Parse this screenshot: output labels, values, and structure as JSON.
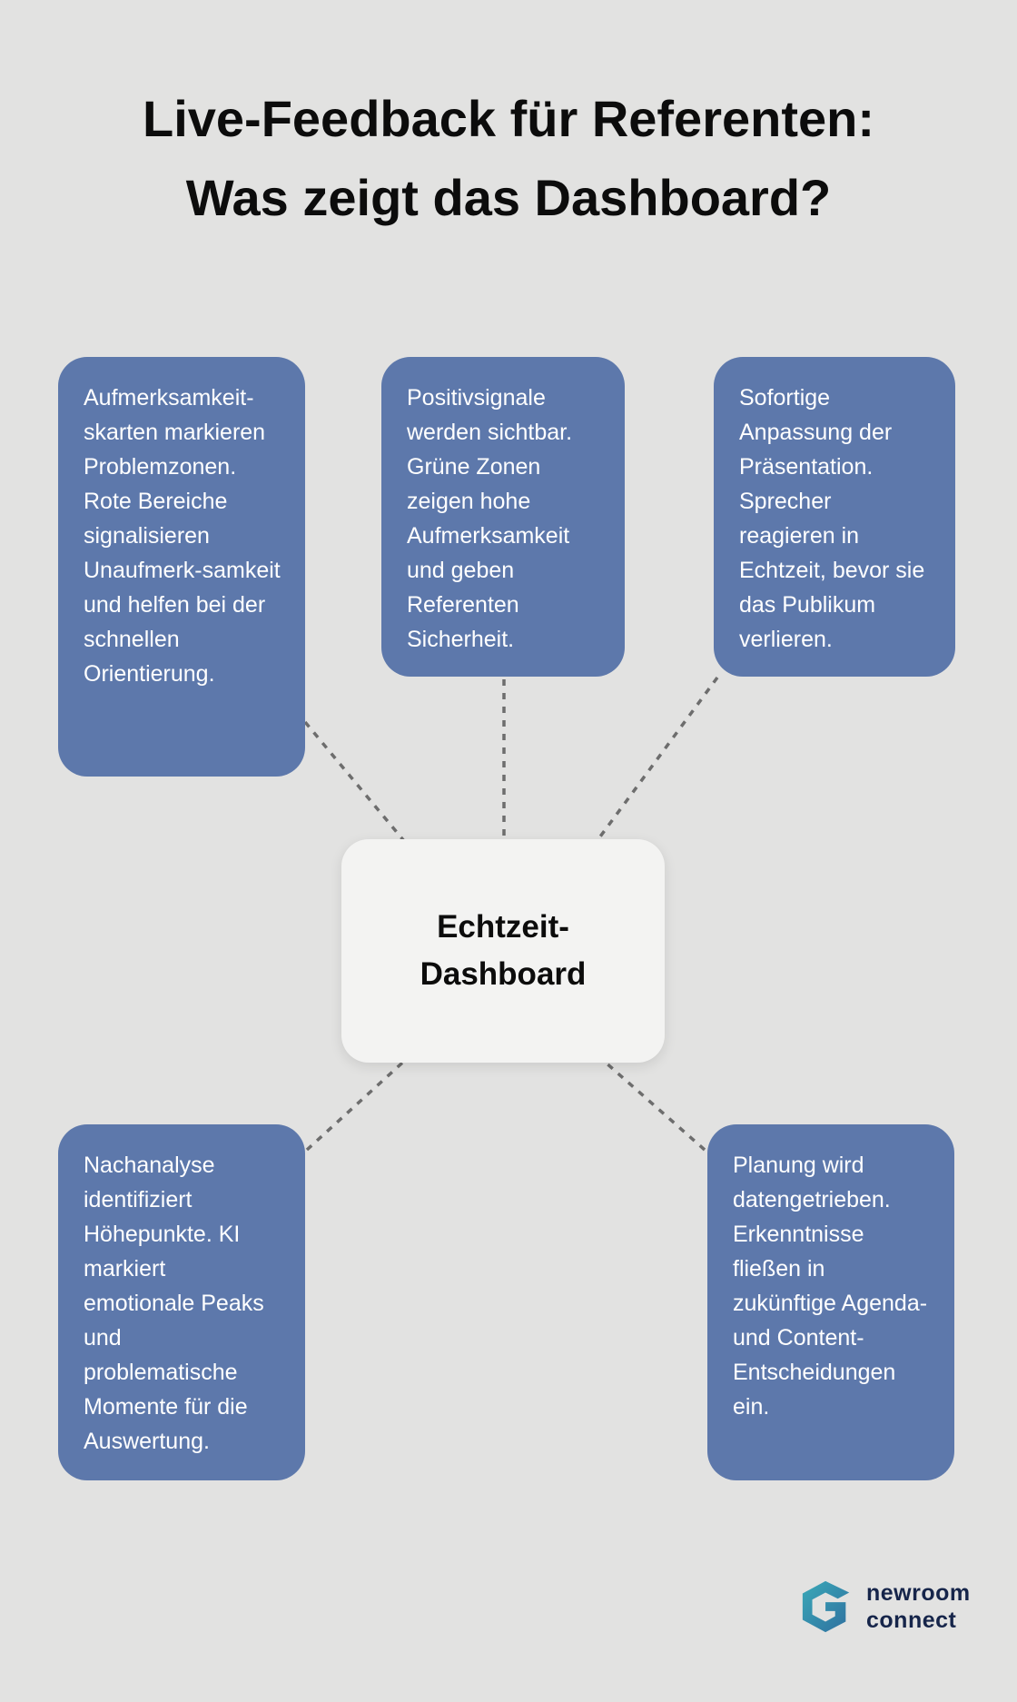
{
  "title": {
    "line1": "Live-Feedback für Referenten:",
    "line2": "Was zeigt das Dashboard?"
  },
  "center": {
    "line1": "Echtzeit-",
    "line2": "Dashboard"
  },
  "nodes": [
    {
      "position": "top-left",
      "text": "Aufmerksamkeit-skarten markieren Problemzonen. Rote Bereiche signalisieren Unaufmerk-samkeit und helfen bei der schnellen Orientierung."
    },
    {
      "position": "top-middle",
      "text": "Positivsignale werden sichtbar. Grüne Zonen zeigen hohe Aufmerksamkeit und geben Referenten Sicherheit."
    },
    {
      "position": "top-right",
      "text": "Sofortige Anpassung der Präsentation. Sprecher reagieren in Echtzeit, bevor sie das Publikum verlieren."
    },
    {
      "position": "bottom-left",
      "text": "Nachanalyse identifiziert Höhepunkte. KI markiert emotionale Peaks und problematische Momente für die Auswertung."
    },
    {
      "position": "bottom-right",
      "text": "Planung wird datengetrieben. Erkenntnisse fließen in zukünftige Agenda- und Content-Entscheidungen ein."
    }
  ],
  "logo": {
    "line1": "newroom",
    "line2": "connect"
  },
  "colors": {
    "background": "#e2e2e1",
    "node_background": "#5d78ab",
    "node_text": "#ffffff",
    "center_background": "#f3f3f2",
    "title_text": "#0c0c0c",
    "connector": "#6d6d6d",
    "logo_text": "#16254a",
    "logo_teal": "#3aa9b8",
    "logo_blue": "#2f6f9f"
  }
}
